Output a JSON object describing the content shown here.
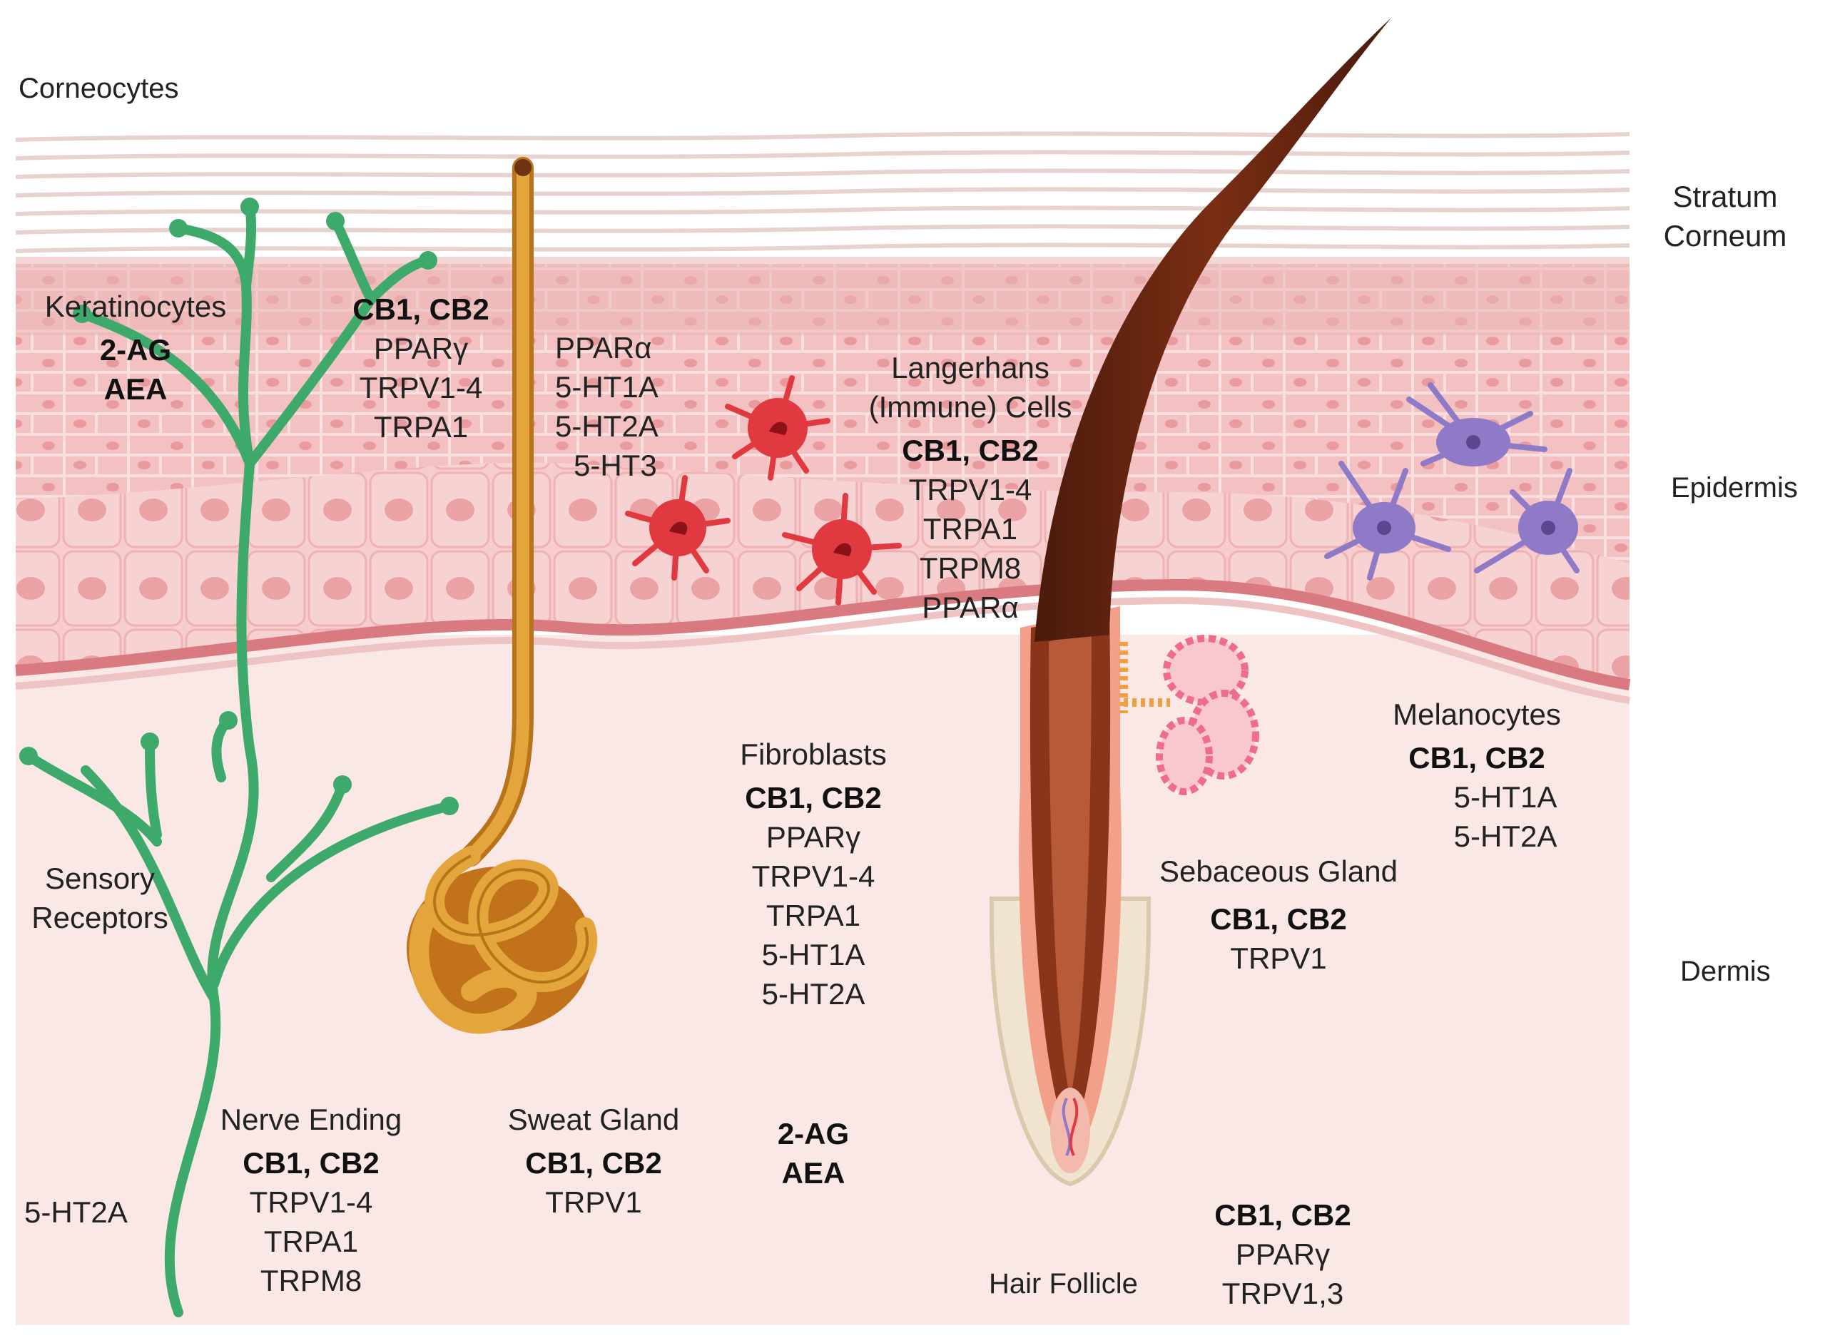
{
  "layers": {
    "corneocytes": "Corneocytes",
    "stratum_corneum": [
      "Stratum",
      "Corneum"
    ],
    "epidermis": "Epidermis",
    "dermis": "Dermis"
  },
  "keratinocytes": {
    "title": "Keratinocytes",
    "ligands": [
      "2-AG",
      "AEA"
    ]
  },
  "keratinocyte_receptors": {
    "bold": "CB1, CB2",
    "items": [
      "PPARγ",
      "TRPV1-4",
      "TRPA1"
    ]
  },
  "epidermal_receptors": {
    "items": [
      "PPARα",
      "5-HT1A",
      "5-HT2A",
      "5-HT3"
    ]
  },
  "langerhans": {
    "title": [
      "Langerhans",
      "(Immune) Cells"
    ],
    "bold": "CB1, CB2",
    "items": [
      "TRPV1-4",
      "TRPA1",
      "TRPM8",
      "PPARα"
    ]
  },
  "melanocytes": {
    "title": "Melanocytes",
    "bold": "CB1, CB2",
    "items": [
      "5-HT1A",
      "5-HT2A"
    ]
  },
  "fibroblasts": {
    "title": "Fibroblasts",
    "bold": "CB1, CB2",
    "items": [
      "PPARγ",
      "TRPV1-4",
      "TRPA1",
      "5-HT1A",
      "5-HT2A"
    ]
  },
  "sensory_receptors": {
    "title": [
      "Sensory",
      "Receptors"
    ],
    "extra": "5-HT2A"
  },
  "nerve_ending": {
    "title": "Nerve Ending",
    "bold": "CB1, CB2",
    "items": [
      "TRPV1-4",
      "TRPA1",
      "TRPM8"
    ]
  },
  "sweat_gland": {
    "title": "Sweat Gland",
    "bold": "CB1, CB2",
    "items": [
      "TRPV1"
    ]
  },
  "dermis_ligands": {
    "items": [
      "2-AG",
      "AEA"
    ]
  },
  "sebaceous_gland": {
    "title": "Sebaceous Gland",
    "bold": "CB1, CB2",
    "items": [
      "TRPV1"
    ]
  },
  "hair_follicle": {
    "title": "Hair Follicle",
    "bold": "CB1, CB2",
    "items": [
      "PPARγ",
      "TRPV1,3"
    ]
  },
  "colors": {
    "stratum_corneum": "#f1dcd6",
    "epidermis": "#f4c4c4",
    "dermis": "#fae8e6",
    "nerve": "#3daa6b",
    "sweat_gland": "#d9962b",
    "langerhans": "#e0393f",
    "melanocyte": "#8f7ac8",
    "hair": "#6a2410",
    "sebaceous": "#ee6d8a"
  }
}
